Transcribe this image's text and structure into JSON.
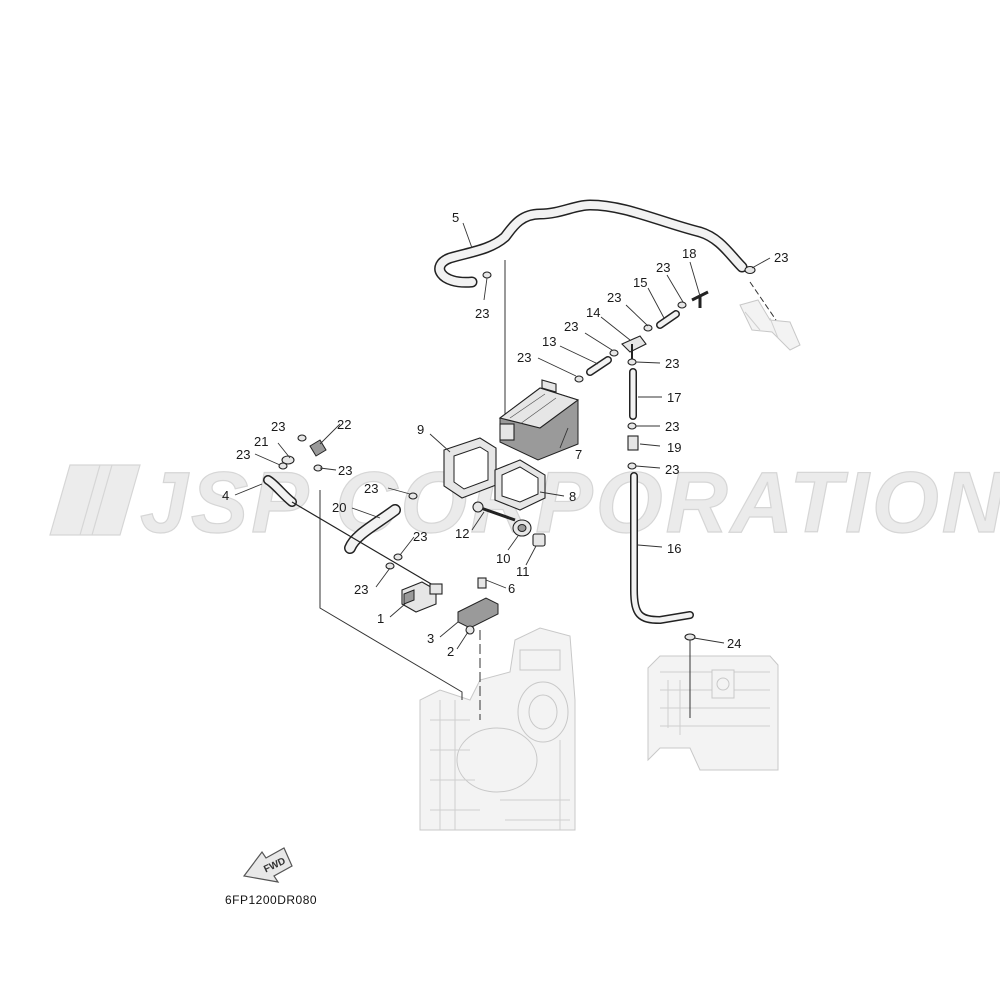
{
  "watermark": "JSP CORPORATION",
  "diagram_code": "6FP1200DR080",
  "fwd_label": "FWD",
  "callouts": {
    "c1": "1",
    "c2": "2",
    "c3": "3",
    "c4": "4",
    "c5": "5",
    "c6": "6",
    "c7": "7",
    "c8": "8",
    "c9": "9",
    "c10": "10",
    "c11": "11",
    "c12": "12",
    "c13": "13",
    "c14": "14",
    "c15": "15",
    "c16": "16",
    "c17": "17",
    "c18": "18",
    "c19": "19",
    "c20": "20",
    "c21": "21",
    "c22": "22",
    "c23": "23",
    "c24": "24"
  }
}
